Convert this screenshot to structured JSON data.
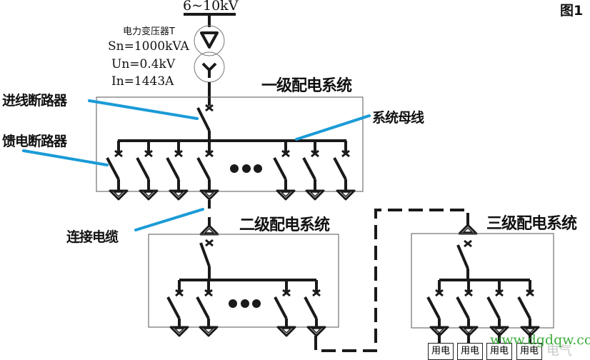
{
  "figure_label": "图1",
  "supply": {
    "voltage": "6~10kV"
  },
  "transformer": {
    "name": "电力变压器T",
    "rated_capacity": "Sn=1000kVA",
    "rated_voltage": "Un=0.4kV",
    "rated_current": "In=1443A",
    "primary_winding_icon": "delta-winding-icon",
    "secondary_winding_icon": "wye-winding-icon"
  },
  "systems": {
    "level1": {
      "title": "一级配电系统",
      "feeder_count_visible": 7
    },
    "level2": {
      "title": "二级配电系统",
      "feeder_count_visible": 4
    },
    "level3": {
      "title": "三级配电系统",
      "feeder_count_visible": 4
    }
  },
  "callouts": {
    "incoming_breaker": "进线断路器",
    "feeder_breaker": "馈电断路器",
    "busbar": "系统母线",
    "cable": "连接电缆"
  },
  "ellipsis_symbol": "●●●",
  "loads": [
    "用电",
    "用电",
    "用电",
    "用电"
  ],
  "watermark": {
    "url": "www.dgdqw.com",
    "text": "电气"
  },
  "colors": {
    "callout_line": "#1a9bd7",
    "line": "#1a1a1a",
    "box": "#555555",
    "watermark": "#2aa52a"
  }
}
